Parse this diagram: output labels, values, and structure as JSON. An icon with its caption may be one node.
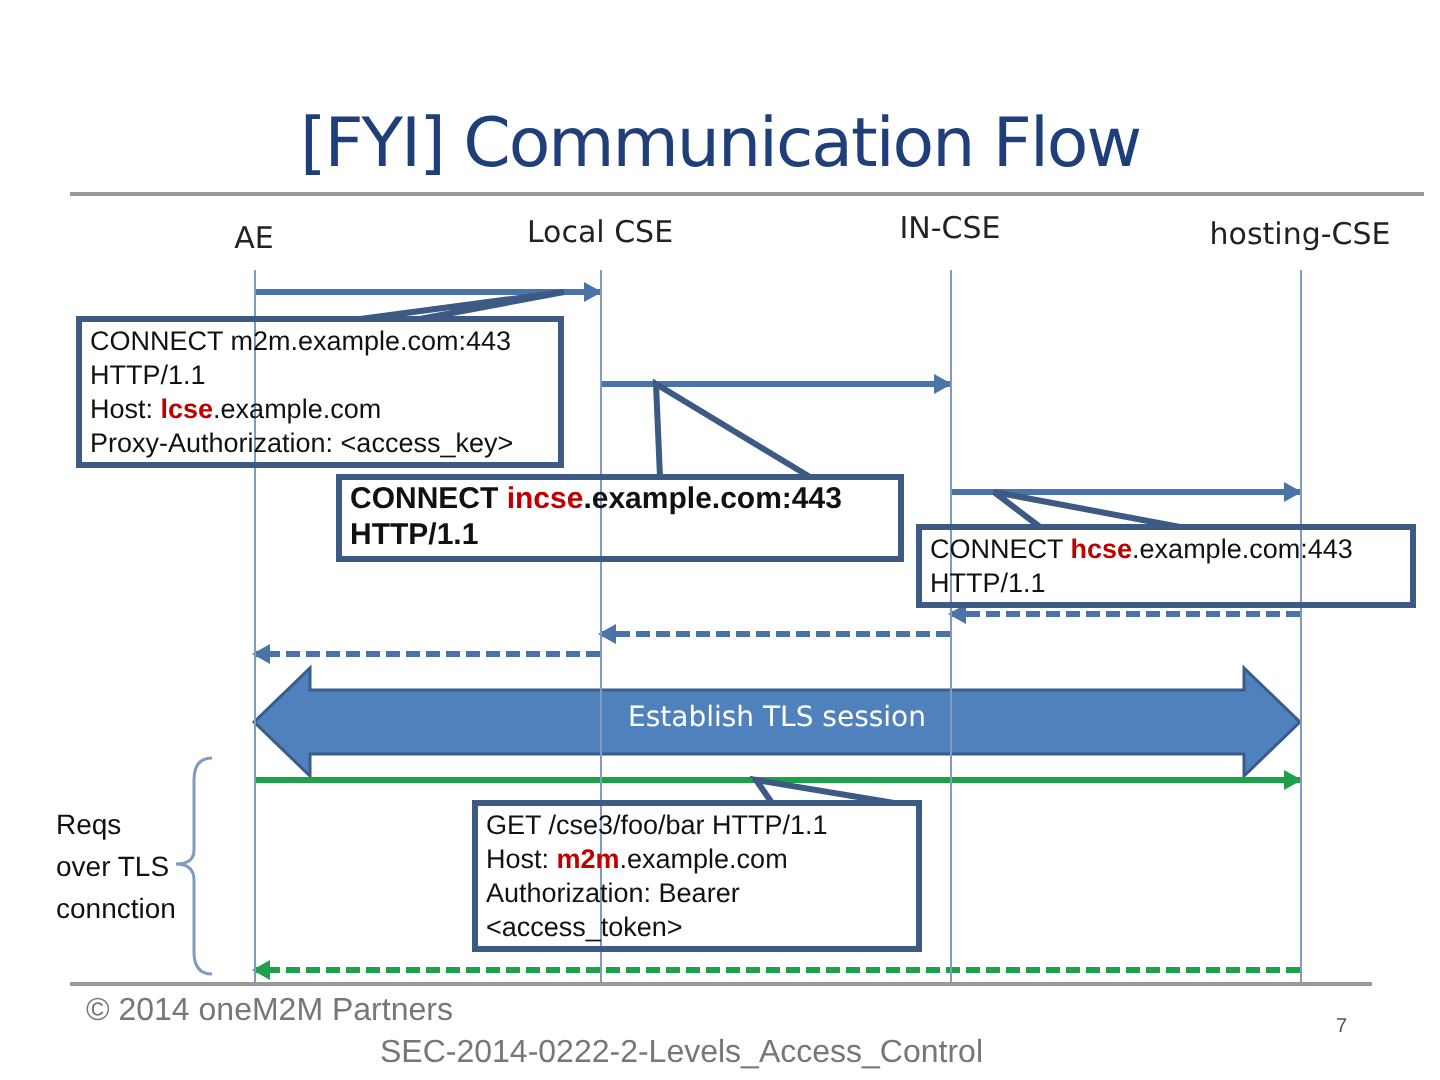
{
  "diagram": {
    "title": "[FYI] Communication Flow",
    "nodes": [
      {
        "text": [
          "AE"
        ]
      },
      {
        "text": [
          "Local CSE"
        ]
      },
      {
        "text": [
          "IN-CSE"
        ]
      },
      {
        "text": [
          "hosting-CSE"
        ]
      },
      {
        "text": [
          "CONNECT m2m.example.com:443 HTTP/1.1",
          "Host: **lcse**.example.com",
          "Proxy-Authorization: <access_key>"
        ]
      },
      {
        "text": [
          "CONNECT **incse**.example.com:443 HTTP/1.1"
        ]
      },
      {
        "text": [
          "CONNECT **hcse**.example.com:443 HTTP/1.1"
        ]
      },
      {
        "text": [
          "GET /cse3/foo/bar HTTP/1.1",
          "Host: **m2m**.example.com",
          "Authorization: Bearer <access_token>"
        ]
      }
    ],
    "edges": [
      {
        "from": 0,
        "to": 1,
        "arrow": "to"
      },
      {
        "from": 1,
        "to": 2,
        "arrow": "to"
      },
      {
        "from": 2,
        "to": 3,
        "arrow": "to"
      },
      {
        "from": 3,
        "to": 2,
        "arrow": "to",
        "style": "dashed"
      },
      {
        "from": 2,
        "to": 1,
        "arrow": "to",
        "style": "dashed"
      },
      {
        "from": 1,
        "to": 0,
        "arrow": "to",
        "style": "dashed"
      },
      {
        "from": 0,
        "to": 3,
        "arrow": "both",
        "style": "thick",
        "label": "Establish TLS session"
      },
      {
        "from": 0,
        "to": 3,
        "arrow": "to",
        "color": "#1ea04a"
      },
      {
        "from": 3,
        "to": 0,
        "arrow": "to",
        "style": "dashed",
        "color": "#1ea04a"
      },
      {
        "from": 4,
        "to": null,
        "arrow": "none"
      },
      {
        "from": 5,
        "to": null,
        "arrow": "none"
      },
      {
        "from": 6,
        "to": null,
        "arrow": "none"
      },
      {
        "from": 7,
        "to": null,
        "arrow": "none"
      }
    ],
    "labels": [
      "Reqs over TLS connction",
      "© 2014 oneM2M Partners",
      "SEC-2014-0222-2-Levels_Access_Control",
      "7"
    ]
  }
}
